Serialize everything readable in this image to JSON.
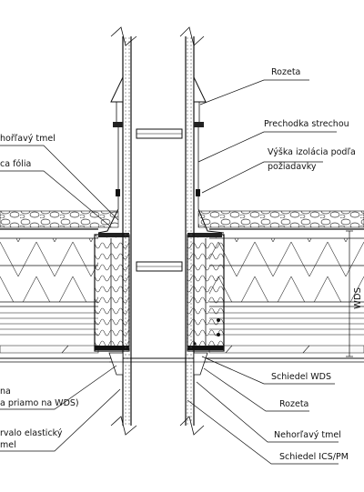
{
  "labels": {
    "rozeta_top": "Rozeta",
    "prechodka": "Prechodka strechou",
    "vyska_1": "Výška izolácia podľa",
    "vyska_2": "požiadavky",
    "nehorlavy_left": "hořľavý tmel",
    "folia_left": "ca fólia",
    "schiedel_wds": "Schiedel WDS",
    "rozeta_bottom": "Rozeta",
    "nehorlavy_bottom": "Nehorľavý tmel",
    "schiedel_ics": "Schiedel ICS/PM",
    "left_na": "na",
    "left_priamo": "a priamo na WDS)",
    "left_rvalo": "rvalo elastický",
    "left_mel": "mel",
    "wds_dimension": "WDS"
  },
  "colors": {
    "line": "#111111",
    "gravel": "#eeeeee",
    "slab_fill": "#f2f2f2"
  }
}
